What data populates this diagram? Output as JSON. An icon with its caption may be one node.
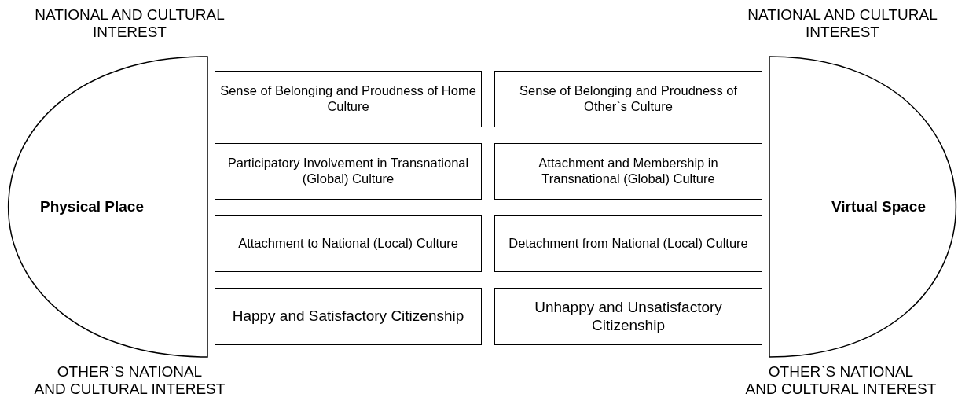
{
  "diagram": {
    "nodes": [
      {
        "text": [
          "Physical Place"
        ]
      },
      {
        "text": [
          "Sense of Belonging and Proudness of Home Culture"
        ]
      },
      {
        "text": [
          "Participatory Involvement in Transnational (Global) Culture"
        ]
      },
      {
        "text": [
          "Attachment to National (Local) Culture"
        ]
      },
      {
        "text": [
          "Happy and Satisfactory Citizenship"
        ]
      },
      {
        "text": [
          "Sense of Belonging and Proudness of Other`s Culture"
        ]
      },
      {
        "text": [
          "Attachment and Membership in Transnational (Global) Culture"
        ]
      },
      {
        "text": [
          "Detachment from National (Local) Culture"
        ]
      },
      {
        "text": [
          "Unhappy and Unsatisfactory Citizenship"
        ]
      },
      {
        "text": [
          "Virtual Space"
        ]
      }
    ],
    "labels": [
      "NATIONAL AND CULTURAL INTEREST",
      "NATIONAL AND CULTURAL INTEREST",
      "OTHER`S NATIONAL AND CULTURAL INTEREST",
      "OTHER`S NATIONAL AND CULTURAL INTEREST"
    ]
  }
}
